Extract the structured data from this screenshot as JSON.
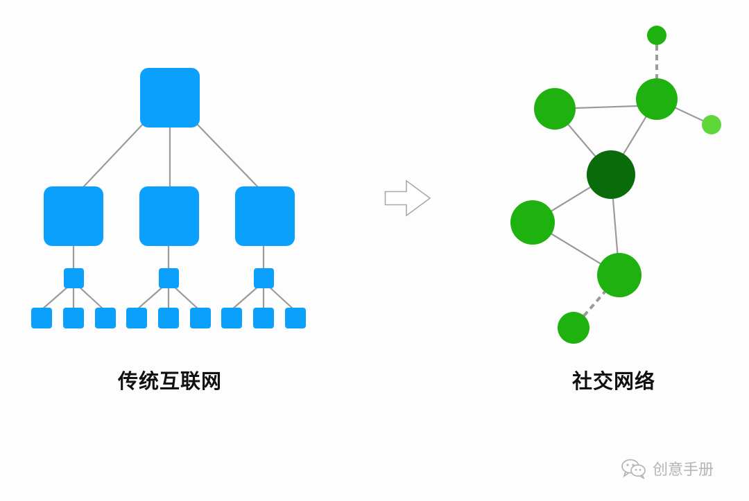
{
  "left_diagram": {
    "caption": "传统互联网",
    "color": "#0aa0fb",
    "edge_color": "#9a9a9a"
  },
  "arrow": {
    "icon": "hollow-right-arrow-icon",
    "stroke_color": "#a9a9a9"
  },
  "right_diagram": {
    "caption": "社交网络",
    "edge_color": "#9a9a9a",
    "colors": {
      "hub": "#0a6b0a",
      "node": "#1fb10f",
      "light": "#5fd63a"
    }
  },
  "watermark": {
    "icon": "wechat-icon",
    "text": "创意手册",
    "color": "#b5b5b5"
  }
}
